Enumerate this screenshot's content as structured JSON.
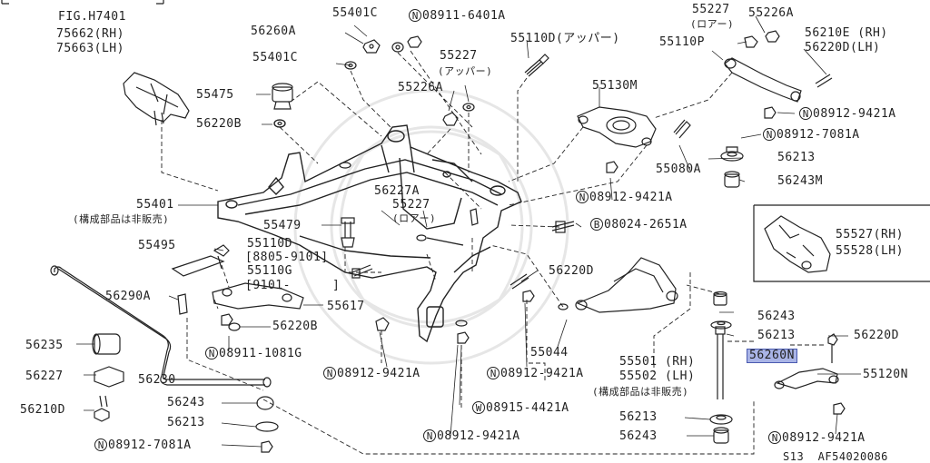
{
  "fig": {
    "title": "FIG.H7401",
    "rh": "75662(RH)",
    "lh": "75663(LH)"
  },
  "labels": {
    "p55401C_top": "55401C",
    "p08911_6401A": "08911-6401A",
    "p56260A": "56260A",
    "p55401C_2": "55401C",
    "p55227_top": "55227",
    "p_upper1": "(アッパー)",
    "p55110D_upper": "55110D(アッパー)",
    "p55227_rt": "55227",
    "p_lower_rt": "(ロアー)",
    "p55226A_rt": "55226A",
    "p55110P": "55110P",
    "p56210E": "56210E (RH)",
    "p56220D_lh": "56220D(LH)",
    "p55475": "55475",
    "p56220B_top": "56220B",
    "p55226A": "55226A",
    "p55130M": "55130M",
    "p08912_9421A_r1": "08912-9421A",
    "p08912_7081A_r": "08912-7081A",
    "p55080A": "55080A",
    "p56213_r": "56213",
    "p56243M": "56243M",
    "p08912_9421A_m": "08912-9421A",
    "p55401": "55401",
    "p_kosei1": "(構成部品は非販売)",
    "p56227A": "56227A",
    "p55227_lower": "55227",
    "p_lower2": "(ロアー)",
    "p08024_2651A": "08024-2651A",
    "p55527": "55527(RH)",
    "p55528": "55528(LH)",
    "p55479": "55479",
    "p55495": "55495",
    "p55110D": "55110D",
    "p8805": "[8805-9101]",
    "p55110G": "55110G",
    "p9101": "[9101-",
    "p9101_end": "]",
    "p56220D_m": "56220D",
    "p56290A": "56290A",
    "p55617": "55617",
    "p56243_r": "56243",
    "p56213_r2": "56213",
    "p56220D_r": "56220D",
    "p56235": "56235",
    "p56220B": "56220B",
    "p08911_1081G": "08911-1081G",
    "p55044": "55044",
    "p55501": "55501 (RH)",
    "p55502": "55502 (LH)",
    "p_kosei2": "(構成部品は非販売)",
    "p56260N": "56260N",
    "p55120N": "55120N",
    "p56227": "56227",
    "p56230": "56230",
    "p08912_9421A_b1": "08912-9421A",
    "p08912_9421A_b2": "08912-9421A",
    "p56210D": "56210D",
    "p56243_b": "56243",
    "p08915_4421A": "08915-4421A",
    "p56213_b": "56213",
    "p56213_br": "56213",
    "p08912_9421A_b3": "08912-9421A",
    "p08912_7081A_b": "08912-7081A",
    "p56243_br": "56243",
    "p08912_9421A_b4": "08912-9421A"
  },
  "circle_letters": {
    "n": "N",
    "b": "B",
    "w": "W"
  },
  "footer": {
    "model": "S13",
    "code": "AF54020086"
  },
  "colors": {
    "line": "#222222",
    "highlight": "#a9b4e6",
    "watermark": "#e4e4e4"
  }
}
